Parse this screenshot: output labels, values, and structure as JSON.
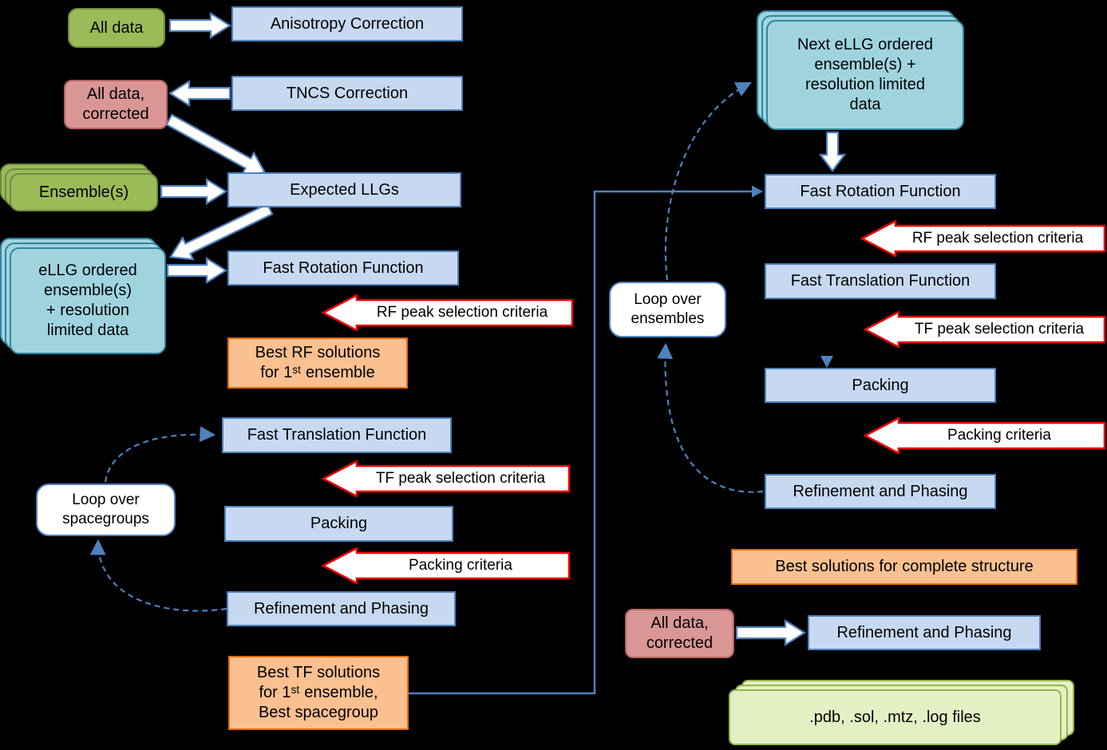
{
  "palette": {
    "blue_fill": "#C7D9F1",
    "blue_border": "#4F81BD",
    "green_fill": "#9BBB59",
    "green_border": "#6E8B3D",
    "pink_fill": "#D99694",
    "pink_border": "#B56360",
    "teal_fill": "#9FD4DF",
    "teal_border": "#31859C",
    "orange_fill": "#FAC090",
    "orange_border": "#E36C0A",
    "pale_green_fill": "#E4F0C4",
    "pale_green_border": "#94B64E",
    "red_arrow_border": "#EE0000",
    "connector_blue": "#4F81BD",
    "background": "#000000"
  },
  "left": {
    "all_data": "All data",
    "anisotropy": "Anisotropy Correction",
    "tncs": "TNCS Correction",
    "all_data_corrected": "All data,\ncorrected",
    "ensembles": "Ensemble(s)",
    "expected_llgs": "Expected LLGs",
    "ellg_ordered": "eLLG ordered\nensemble(s)\n+ resolution\nlimited data",
    "fast_rotation": "Fast Rotation Function",
    "rf_criteria": "RF peak selection criteria",
    "best_rf": "Best RF solutions\nfor 1ˢᵗ ensemble",
    "fast_translation": "Fast Translation Function",
    "tf_criteria": "TF peak selection criteria",
    "packing": "Packing",
    "packing_criteria": "Packing criteria",
    "refinement": "Refinement and Phasing",
    "loop_spacegroups": "Loop over\nspacegroups",
    "best_tf": "Best TF solutions\nfor 1ˢᵗ ensemble,\nBest spacegroup"
  },
  "right": {
    "next_ellg": "Next eLLG ordered\nensemble(s) +\nresolution limited\ndata",
    "fast_rotation": "Fast Rotation Function",
    "rf_criteria": "RF peak selection criteria",
    "fast_translation": "Fast Translation Function",
    "tf_criteria": "TF peak selection criteria",
    "packing": "Packing",
    "packing_criteria": "Packing criteria",
    "refinement": "Refinement and Phasing",
    "loop_ensembles": "Loop over\nensembles",
    "best_solutions": "Best solutions for complete structure",
    "all_data_corrected": "All data,\ncorrected",
    "refinement_final": "Refinement and Phasing",
    "output_files": ".pdb, .sol, .mtz, .log files"
  }
}
